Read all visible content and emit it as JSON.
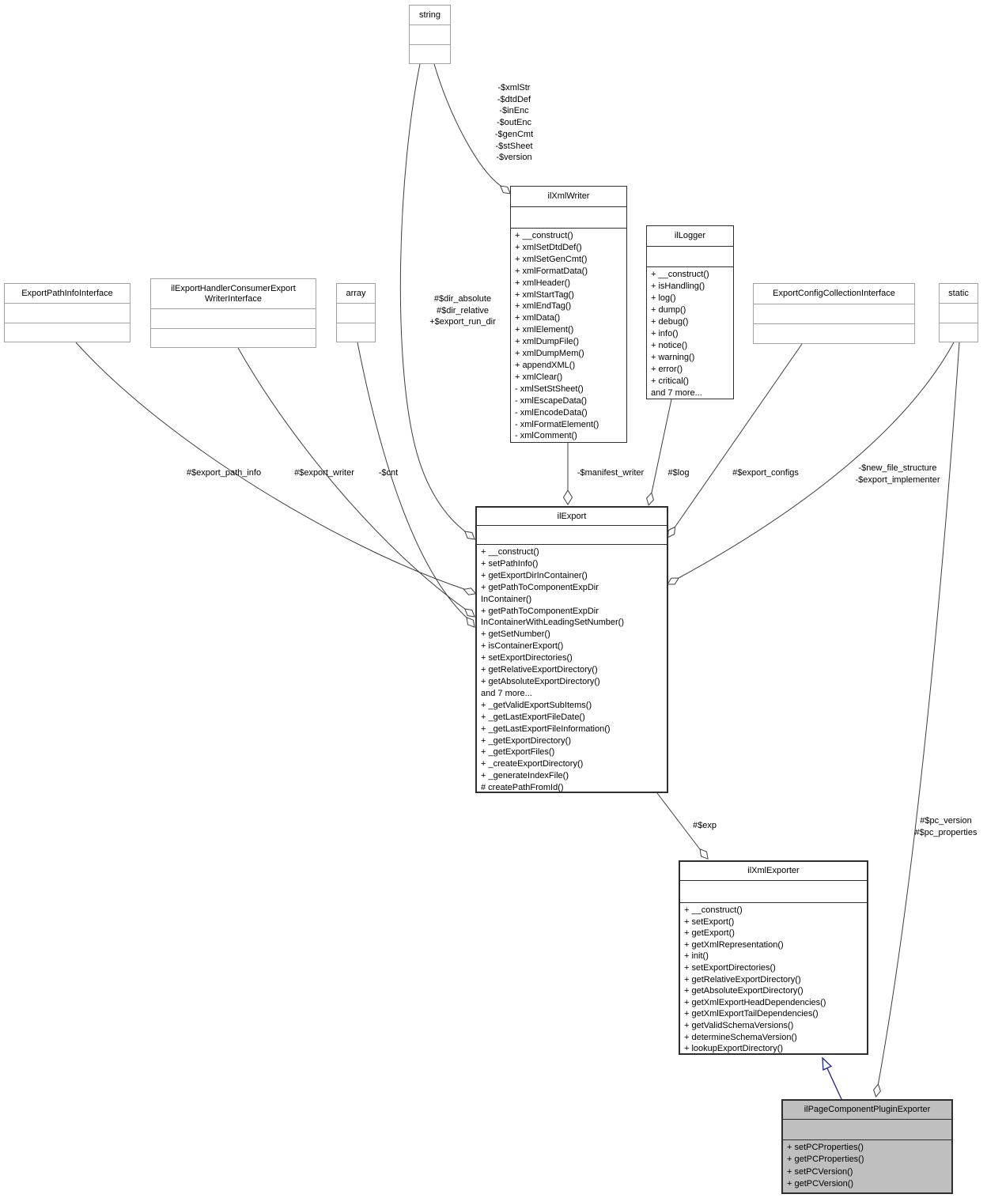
{
  "classes": {
    "string": {
      "name": "string"
    },
    "exportPathInfoInterface": {
      "name": "ExportPathInfoInterface"
    },
    "exportWriterInterface": {
      "name": "ilExportHandlerConsumerExport\nWriterInterface"
    },
    "array": {
      "name": "array"
    },
    "exportConfigCollectionInterface": {
      "name": "ExportConfigCollectionInterface"
    },
    "static": {
      "name": "static"
    },
    "ilXmlWriter": {
      "name": "ilXmlWriter",
      "methods": [
        "+ __construct()",
        "+ xmlSetDtdDef()",
        "+ xmlSetGenCmt()",
        "+ xmlFormatData()",
        "+ xmlHeader()",
        "+ xmlStartTag()",
        "+ xmlEndTag()",
        "+ xmlData()",
        "+ xmlElement()",
        "+ xmlDumpFile()",
        "+ xmlDumpMem()",
        "+ appendXML()",
        "+ xmlClear()",
        "- xmlSetStSheet()",
        "- xmlEscapeData()",
        "- xmlEncodeData()",
        "- xmlFormatElement()",
        "- xmlComment()"
      ]
    },
    "ilLogger": {
      "name": "ilLogger",
      "methods": [
        "+ __construct()",
        "+ isHandling()",
        "+ log()",
        "+ dump()",
        "+ debug()",
        "+ info()",
        "+ notice()",
        "+ warning()",
        "+ error()",
        "+ critical()",
        "and 7 more..."
      ]
    },
    "ilExport": {
      "name": "ilExport",
      "methods": [
        "+ __construct()",
        "+ setPathInfo()",
        "+ getExportDirInContainer()",
        "+ getPathToComponentExpDir",
        "InContainer()",
        "+ getPathToComponentExpDir",
        "InContainerWithLeadingSetNumber()",
        "+ getSetNumber()",
        "+ isContainerExport()",
        "+ setExportDirectories()",
        "+ getRelativeExportDirectory()",
        "+ getAbsoluteExportDirectory()",
        "and 7 more...",
        "+ _getValidExportSubItems()",
        "+ _getLastExportFileDate()",
        "+ _getLastExportFileInformation()",
        "+ _getExportDirectory()",
        "+ _getExportFiles()",
        "+ _createExportDirectory()",
        "+ _generateIndexFile()",
        "# createPathFromId()"
      ]
    },
    "ilXmlExporter": {
      "name": "ilXmlExporter",
      "methods": [
        "+ __construct()",
        "+ setExport()",
        "+ getExport()",
        "+ getXmlRepresentation()",
        "+ init()",
        "+ setExportDirectories()",
        "+ getRelativeExportDirectory()",
        "+ getAbsoluteExportDirectory()",
        "+ getXmlExportHeadDependencies()",
        "+ getXmlExportTailDependencies()",
        "+ getValidSchemaVersions()",
        "+ determineSchemaVersion()",
        "+ lookupExportDirectory()"
      ]
    },
    "ilPageComponentPluginExporter": {
      "name": "ilPageComponentPluginExporter",
      "methods": [
        "+ setPCProperties()",
        "+ getPCProperties()",
        "+ setPCVersion()",
        "+ getPCVersion()"
      ]
    }
  },
  "edgeLabels": {
    "stringToIlXmlWriter": [
      "-$xmlStr",
      "-$dtdDef",
      "-$inEnc",
      "-$outEnc",
      "-$genCmt",
      "-$stSheet",
      "-$version"
    ],
    "stringToIlExport": [
      "#$dir_absolute",
      "#$dir_relative",
      "+$export_run_dir"
    ],
    "exportPathInfo": "#$export_path_info",
    "exportWriter": "#$export_writer",
    "cnt": "-$cnt",
    "manifestWriter": "-$manifest_writer",
    "log": "#$log",
    "exportConfigs": "#$export_configs",
    "staticToIlExport": [
      "-$new_file_structure",
      "-$export_implementer"
    ],
    "exp": "#$exp",
    "staticToPcpe": [
      "#$pc_version",
      "#$pc_properties"
    ]
  },
  "colors": {
    "highlightFill": "#bfbfbf",
    "inheritArrow": "#22228c",
    "edge": "#3d3d3d",
    "externalBorder": "#a2a2a2"
  }
}
